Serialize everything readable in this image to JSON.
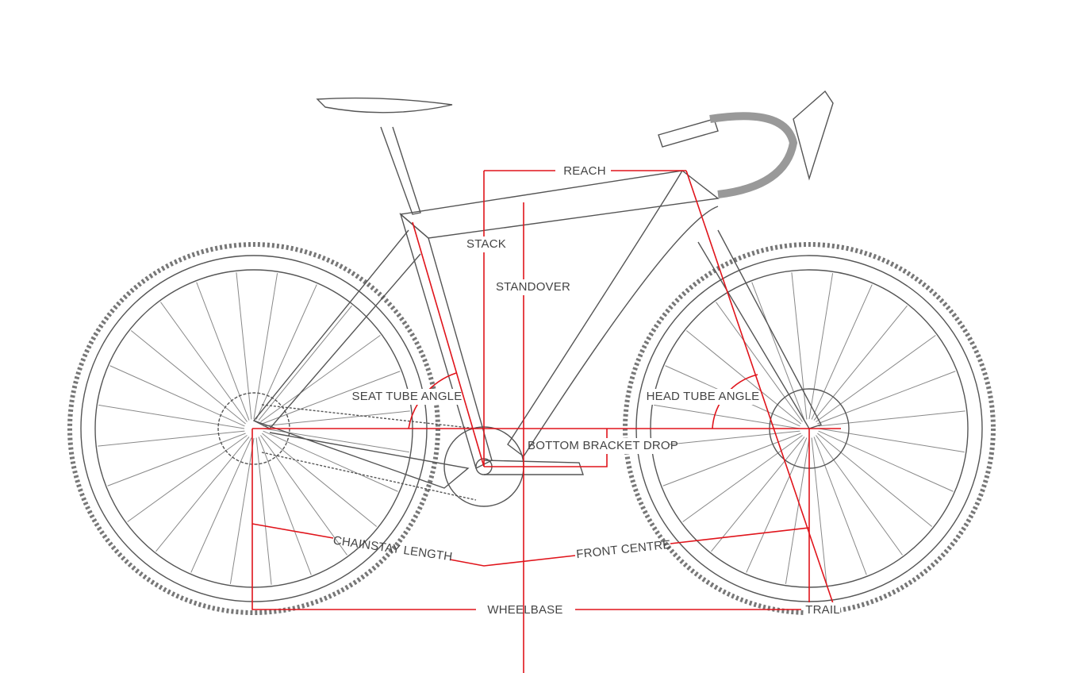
{
  "labels": {
    "reach": "REACH",
    "stack": "STACK",
    "standover": "STANDOVER",
    "seat_tube_angle": "SEAT TUBE ANGLE",
    "head_tube_angle": "HEAD TUBE ANGLE",
    "bottom_bracket_drop": "BOTTOM BRACKET DROP",
    "chainstay_length": "CHAINSTAY LENGTH",
    "front_centre": "FRONT CENTRE",
    "wheelbase": "WHEELBASE",
    "trail": "TRAIL"
  },
  "colors": {
    "measure_line": "#e0141b",
    "bike_line": "#555555"
  }
}
